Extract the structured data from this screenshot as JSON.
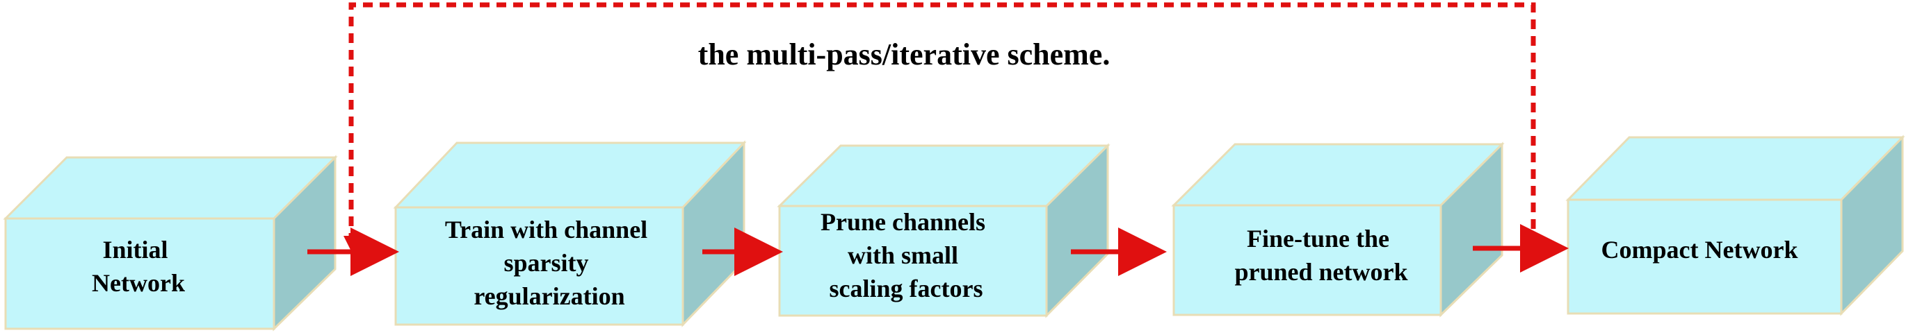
{
  "diagram": {
    "title": "the multi-pass/iterative scheme.",
    "colors": {
      "front": "#C2F6FB",
      "top": "#C2F6FB",
      "side": "#97C8CA",
      "edge": "#E8DDB5",
      "flow_arrow": "#E01010",
      "loop_line": "#E01010"
    },
    "boxes": [
      {
        "id": "initial-network",
        "lines": [
          "Initial",
          "Network"
        ]
      },
      {
        "id": "train-sparsity",
        "lines": [
          "Train with channel",
          "sparsity",
          "regularization"
        ]
      },
      {
        "id": "prune-channels",
        "lines": [
          "Prune channels",
          "with small",
          "scaling factors"
        ]
      },
      {
        "id": "fine-tune",
        "lines": [
          "Fine-tune the",
          "pruned network"
        ]
      },
      {
        "id": "compact-network",
        "lines": [
          "Compact Network"
        ]
      }
    ]
  }
}
